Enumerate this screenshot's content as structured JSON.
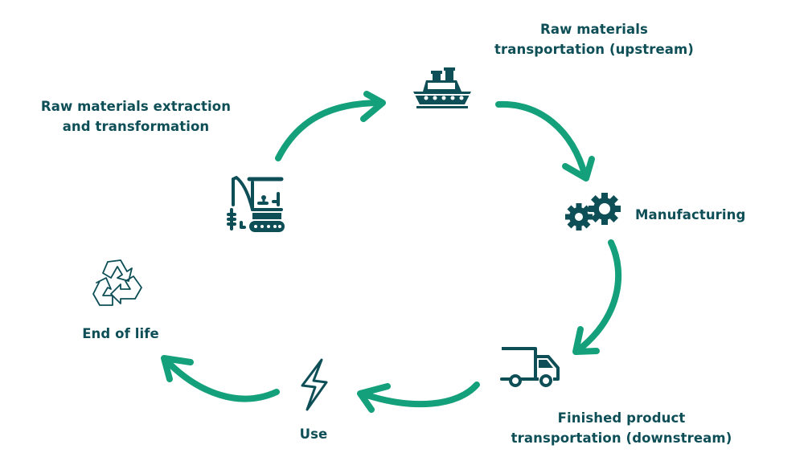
{
  "diagram": {
    "type": "lifecycle-cycle",
    "colors": {
      "text": "#0e4f57",
      "icon": "#0e4f57",
      "arrow": "#13a07a"
    },
    "stages": [
      {
        "id": "extraction",
        "icon": "excavator-icon",
        "line1": "Raw materials extraction",
        "line2": "and transformation"
      },
      {
        "id": "upstream",
        "icon": "ship-icon",
        "line1": "Raw materials",
        "line2": "transportation (upstream)"
      },
      {
        "id": "manufacturing",
        "icon": "gears-icon",
        "line1": "Manufacturing"
      },
      {
        "id": "downstream",
        "icon": "truck-icon",
        "line1": "Finished product",
        "line2": "transportation (downstream)"
      },
      {
        "id": "use",
        "icon": "lightning-icon",
        "line1": "Use"
      },
      {
        "id": "end-of-life",
        "icon": "recycle-icon",
        "line1": "End of life"
      }
    ],
    "flow": [
      [
        "extraction",
        "upstream"
      ],
      [
        "upstream",
        "manufacturing"
      ],
      [
        "manufacturing",
        "downstream"
      ],
      [
        "downstream",
        "use"
      ],
      [
        "use",
        "end-of-life"
      ]
    ]
  }
}
